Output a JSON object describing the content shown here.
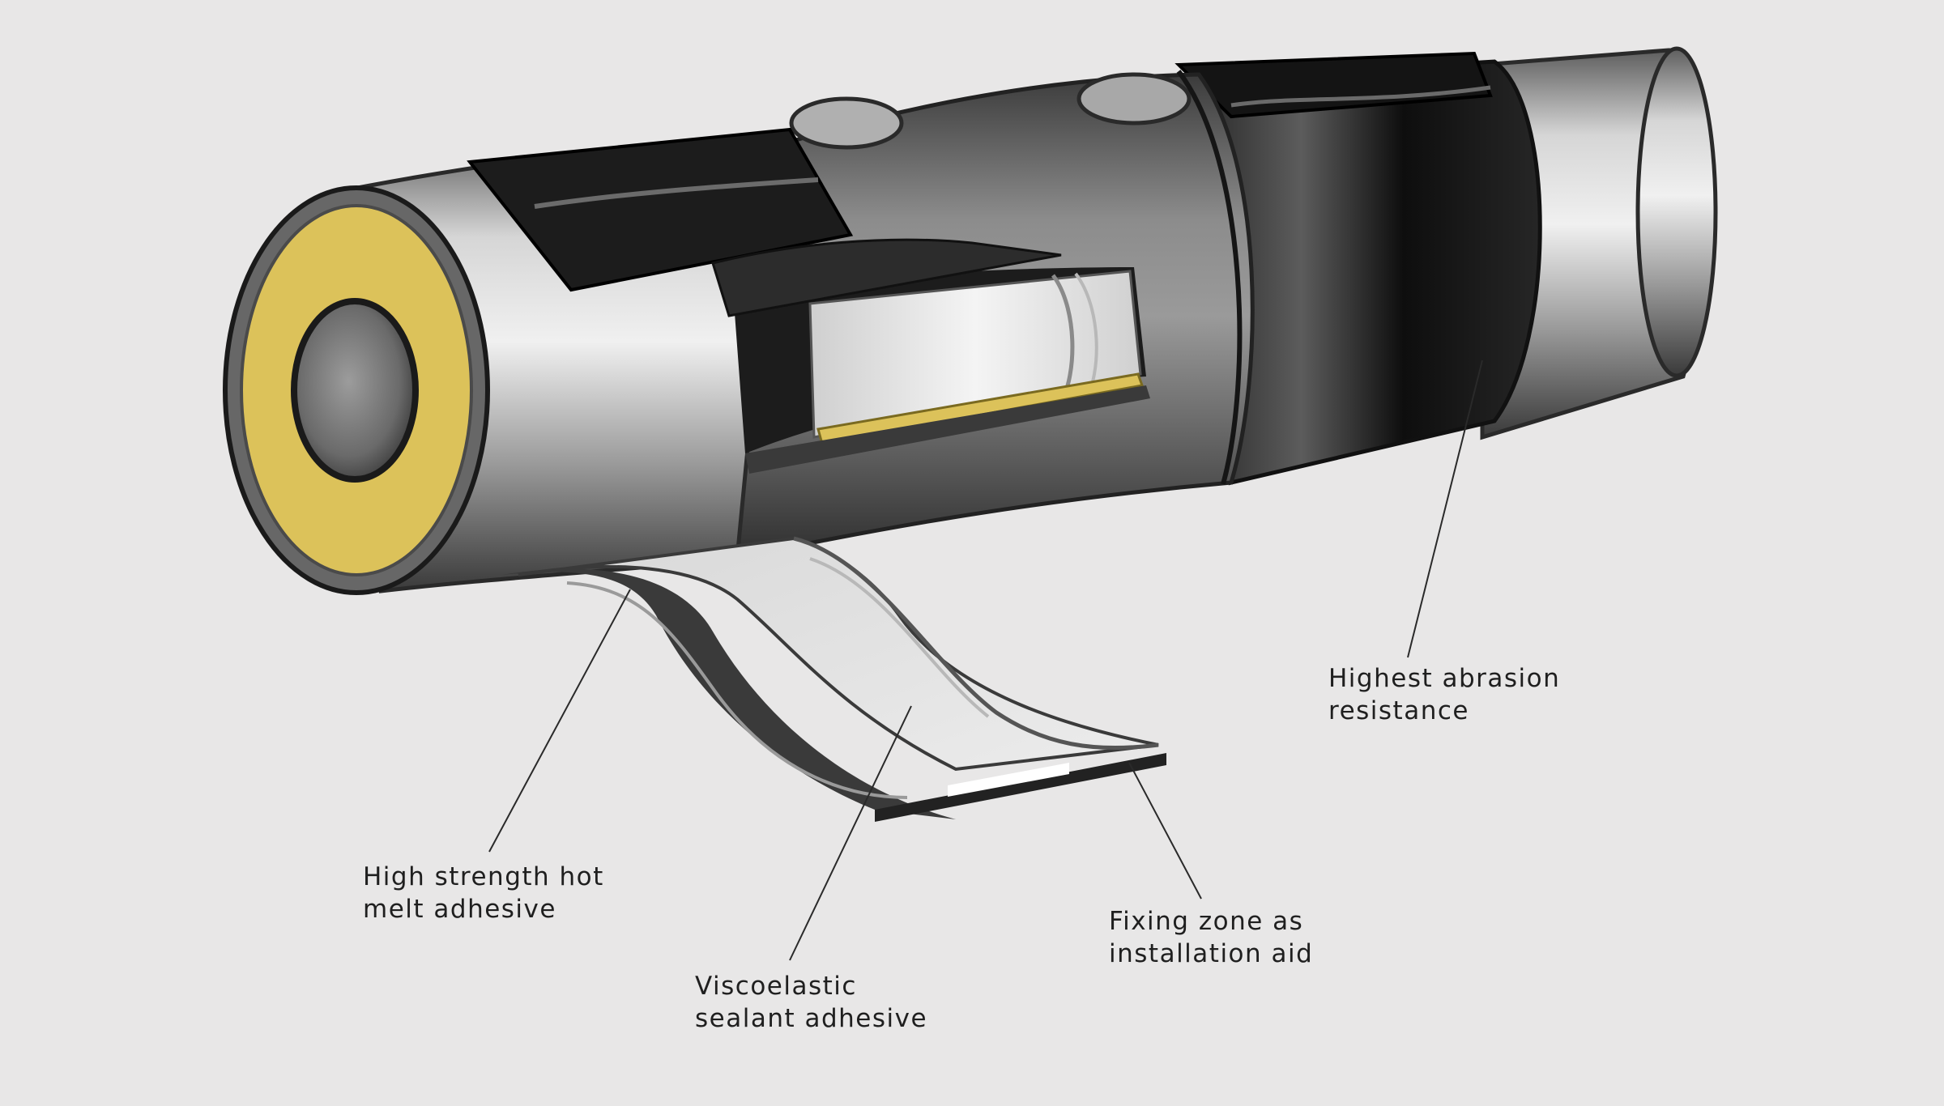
{
  "background_color": "#e8e7e7",
  "colors": {
    "yellow_insulation": "#dcc25a",
    "black_tape": "#1b1b1b",
    "steel_gray": "#b4b4b4",
    "leader_line": "#2a2a2a"
  },
  "callouts": {
    "abrasion": {
      "line1": "Highest abrasion",
      "line2": "resistance"
    },
    "hotmelt": {
      "line1": "High strength hot",
      "line2": "melt adhesive"
    },
    "viscoelastic": {
      "line1": "Viscoelastic",
      "line2": "sealant adhesive"
    },
    "fixing": {
      "line1": "Fixing zone as",
      "line2": "installation aid"
    }
  }
}
